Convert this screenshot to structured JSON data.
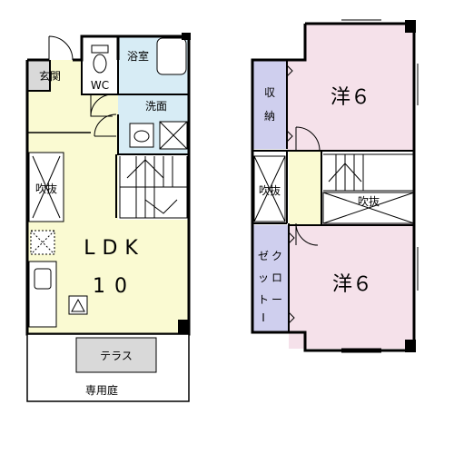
{
  "floor1": {
    "genkan": "玄関",
    "wc": "WC",
    "bath": "浴室",
    "washroom": "洗面",
    "void": "吹抜",
    "ldk_type": "LDK",
    "ldk_size": "10",
    "terrace": "テラス",
    "garden": "専用庭"
  },
  "floor2": {
    "storage_1": "収",
    "storage_2": "納",
    "void_left": "吹抜",
    "void_right": "吹抜",
    "closet": [
      "ゼ",
      "ク",
      "ッ",
      "ロ",
      "ト",
      "ー",
      "I"
    ],
    "room_top": "洋６",
    "room_bottom": "洋６"
  },
  "colors": {
    "wall": "#000000",
    "ldk_fill": "#fafad2",
    "room_fill": "#f5e1ea",
    "bath_fill": "#d7ecf5",
    "storage_fill": "#cfcfee",
    "entrance_fill": "#d9d9d9",
    "terrace_fill": "#d9d9d9"
  }
}
